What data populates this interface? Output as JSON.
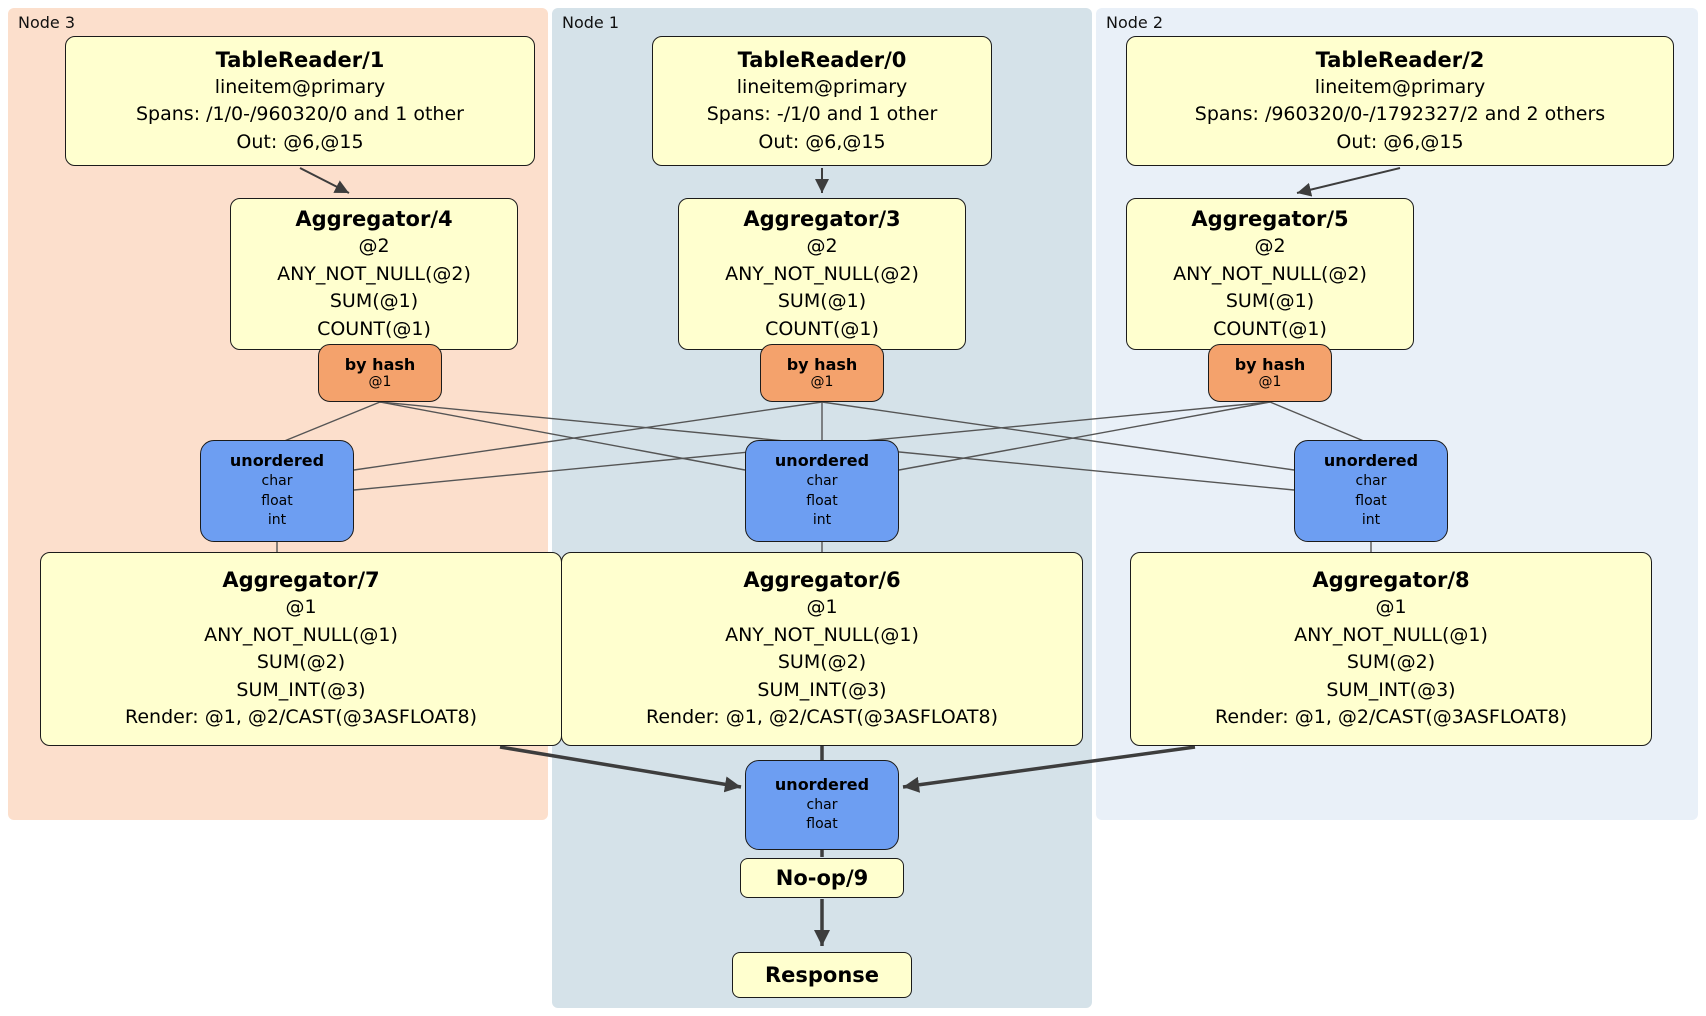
{
  "diagram": {
    "nodes": [
      {
        "label": "Node 3",
        "table_reader": {
          "title": "TableReader/1",
          "lines": [
            "lineitem@primary",
            "Spans: /1/0-/960320/0 and 1 other",
            "Out: @6,@15"
          ]
        },
        "stage1_aggregator": {
          "title": "Aggregator/4",
          "lines": [
            "@2",
            "ANY_NOT_NULL(@2)",
            "SUM(@1)",
            "COUNT(@1)"
          ]
        },
        "router": {
          "title": "by hash",
          "lines": [
            "@1"
          ]
        },
        "sync": {
          "title": "unordered",
          "lines": [
            "char",
            "float",
            "int"
          ]
        },
        "stage2_aggregator": {
          "title": "Aggregator/7",
          "lines": [
            "@1",
            "ANY_NOT_NULL(@1)",
            "SUM(@2)",
            "SUM_INT(@3)",
            "Render: @1, @2/CAST(@3ASFLOAT8)"
          ]
        }
      },
      {
        "label": "Node 1",
        "table_reader": {
          "title": "TableReader/0",
          "lines": [
            "lineitem@primary",
            "Spans: -/1/0 and 1 other",
            "Out: @6,@15"
          ]
        },
        "stage1_aggregator": {
          "title": "Aggregator/3",
          "lines": [
            "@2",
            "ANY_NOT_NULL(@2)",
            "SUM(@1)",
            "COUNT(@1)"
          ]
        },
        "router": {
          "title": "by hash",
          "lines": [
            "@1"
          ]
        },
        "sync": {
          "title": "unordered",
          "lines": [
            "char",
            "float",
            "int"
          ]
        },
        "stage2_aggregator": {
          "title": "Aggregator/6",
          "lines": [
            "@1",
            "ANY_NOT_NULL(@1)",
            "SUM(@2)",
            "SUM_INT(@3)",
            "Render: @1, @2/CAST(@3ASFLOAT8)"
          ]
        }
      },
      {
        "label": "Node 2",
        "table_reader": {
          "title": "TableReader/2",
          "lines": [
            "lineitem@primary",
            "Spans: /960320/0-/1792327/2 and 2 others",
            "Out: @6,@15"
          ]
        },
        "stage1_aggregator": {
          "title": "Aggregator/5",
          "lines": [
            "@2",
            "ANY_NOT_NULL(@2)",
            "SUM(@1)",
            "COUNT(@1)"
          ]
        },
        "router": {
          "title": "by hash",
          "lines": [
            "@1"
          ]
        },
        "sync": {
          "title": "unordered",
          "lines": [
            "char",
            "float",
            "int"
          ]
        },
        "stage2_aggregator": {
          "title": "Aggregator/8",
          "lines": [
            "@1",
            "ANY_NOT_NULL(@1)",
            "SUM(@2)",
            "SUM_INT(@3)",
            "Render: @1, @2/CAST(@3ASFLOAT8)"
          ]
        }
      }
    ],
    "final": {
      "sync": {
        "title": "unordered",
        "lines": [
          "char",
          "float"
        ]
      },
      "noop": {
        "title": "No-op/9"
      },
      "response": {
        "title": "Response"
      }
    }
  },
  "colors": {
    "processor_fill": "#ffffcf",
    "router_fill": "#f4a26c",
    "sync_fill": "#6d9ef2",
    "node3_panel_fill": "#fcdfcc",
    "node1_panel_fill": "#d5e2e9",
    "node2_panel_fill": "#e9f0f8",
    "edge": "#3d3d3d"
  }
}
